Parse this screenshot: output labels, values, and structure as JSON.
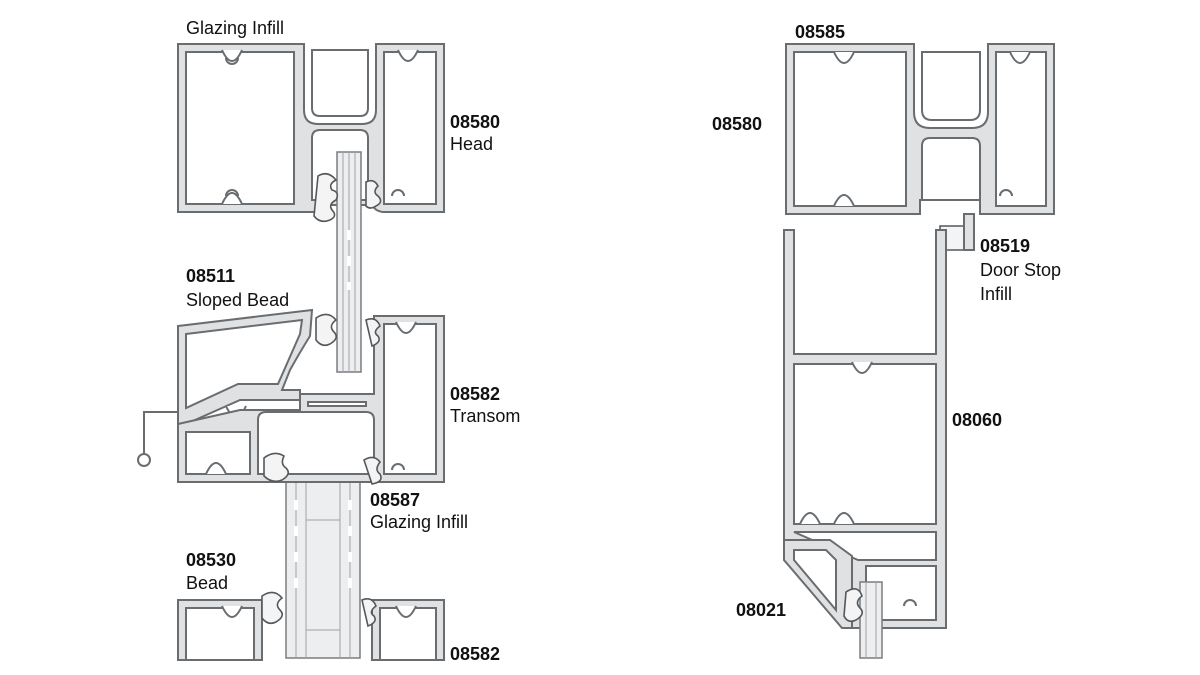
{
  "left_section": {
    "head_glazing_label": "Glazing Infill",
    "head_code": "08580",
    "head_name": "Head",
    "bead_code": "08511",
    "bead_name": "Sloped Bead",
    "transom_code": "08582",
    "transom_name": "Transom",
    "transom_glazing_code": "08587",
    "transom_glazing_name": "Glazing Infill",
    "lower_bead_code": "08530",
    "lower_bead_name": "Bead",
    "bottom_code": "08582"
  },
  "right_section": {
    "top_code": "08585",
    "head_code": "08580",
    "door_stop_code": "08519",
    "door_stop_name_line1": "Door Stop",
    "door_stop_name_line2": "Infill",
    "door_code": "08060",
    "bead_code": "08021"
  },
  "colors": {
    "profile_fill": "#dfe1e3",
    "profile_stroke": "#6a6d70",
    "background": "#ffffff",
    "text": "#111111"
  }
}
